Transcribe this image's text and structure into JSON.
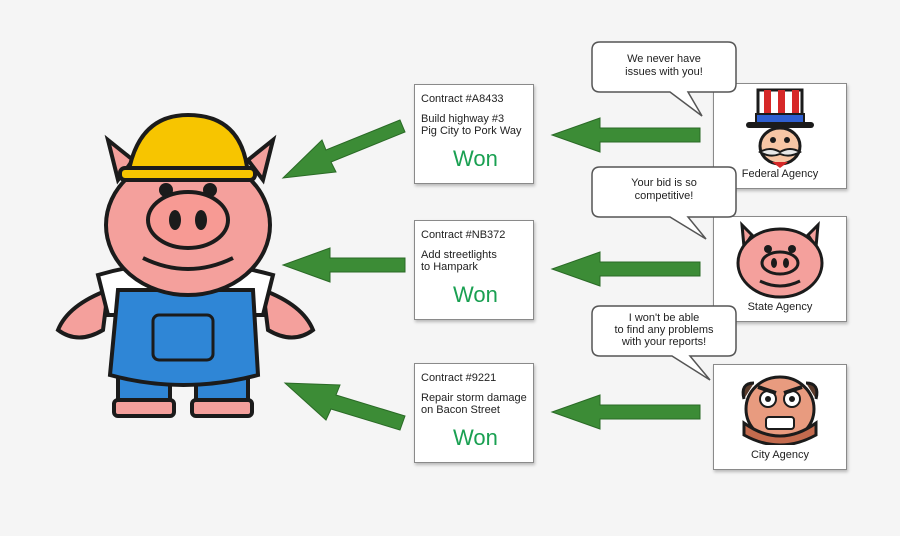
{
  "contracts": [
    {
      "number": "Contract #A8433",
      "line1": "Build highway #3",
      "line2": "Pig City to Pork Way",
      "status": "Won"
    },
    {
      "number": "Contract #NB372",
      "line1": "Add streetlights",
      "line2": "to Hampark",
      "status": "Won"
    },
    {
      "number": "Contract #9221",
      "line1": "Repair storm damage",
      "line2": "on Bacon Street",
      "status": "Won"
    }
  ],
  "agencies": [
    {
      "label": "Federal Agency",
      "bubble1": "We never have",
      "bubble2": "issues with you!"
    },
    {
      "label": "State Agency",
      "bubble1": "Your bid is so",
      "bubble2": "competitive!"
    },
    {
      "label": "City Agency",
      "bubble1": "I won't be able",
      "bubble2": "to find any problems",
      "bubble3": "with your reports!"
    }
  ],
  "colors": {
    "arrow": "#3c8c36",
    "won": "#1aa052",
    "pig": "#f4a09c"
  }
}
